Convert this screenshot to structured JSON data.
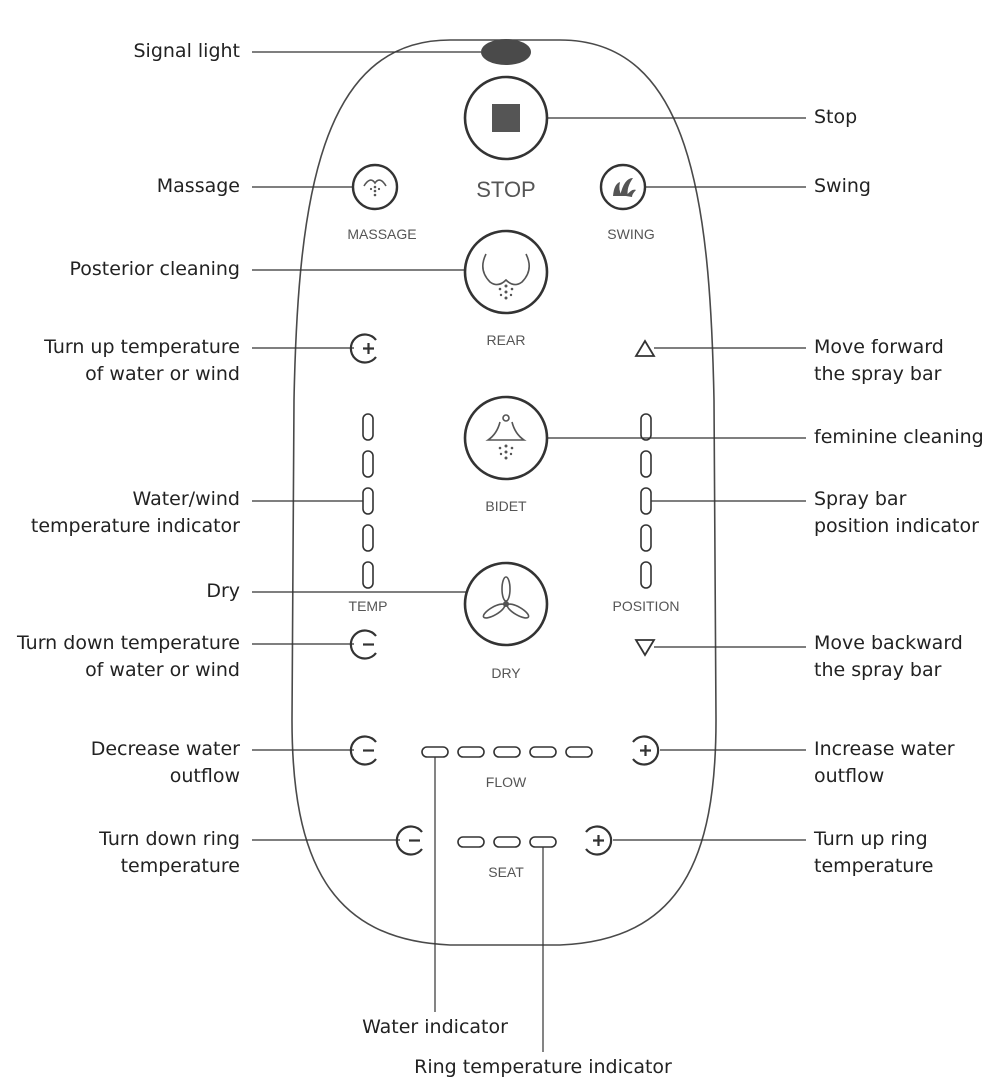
{
  "remote": {
    "stop_label": "STOP",
    "massage_label": "MASSAGE",
    "swing_label": "SWING",
    "rear_label": "REAR",
    "bidet_label": "BIDET",
    "temp_label": "TEMP",
    "position_label": "POSITION",
    "dry_label": "DRY",
    "flow_label": "FLOW",
    "seat_label": "SEAT"
  },
  "callouts": {
    "signal_light": [
      "Signal light"
    ],
    "stop": [
      "Stop"
    ],
    "massage": [
      "Massage"
    ],
    "swing": [
      "Swing"
    ],
    "posterior_cleaning": [
      "Posterior cleaning"
    ],
    "temp_up": [
      "Turn up temperature",
      "of water or wind"
    ],
    "move_forward": [
      "Move forward",
      "the spray bar"
    ],
    "feminine_cleaning": [
      "feminine cleaning"
    ],
    "temp_indicator": [
      "Water/wind",
      "temperature indicator"
    ],
    "spray_position": [
      "Spray bar",
      "position indicator"
    ],
    "dry": [
      "Dry"
    ],
    "temp_down": [
      "Turn down temperature",
      "of water or wind"
    ],
    "move_backward": [
      "Move backward",
      "the spray bar"
    ],
    "flow_down": [
      "Decrease water",
      "outflow"
    ],
    "flow_up": [
      "Increase water",
      "outflow"
    ],
    "seat_down": [
      "Turn down ring",
      "temperature"
    ],
    "seat_up": [
      "Turn up ring",
      "temperature"
    ],
    "water_indicator": [
      "Water indicator"
    ],
    "ring_indicator": [
      "Ring temperature indicator"
    ]
  },
  "colors": {
    "outline": "#4a4a4a",
    "signal_light": "#4a4a4a",
    "stop_square": "#555555",
    "leader_line": "#333333"
  }
}
